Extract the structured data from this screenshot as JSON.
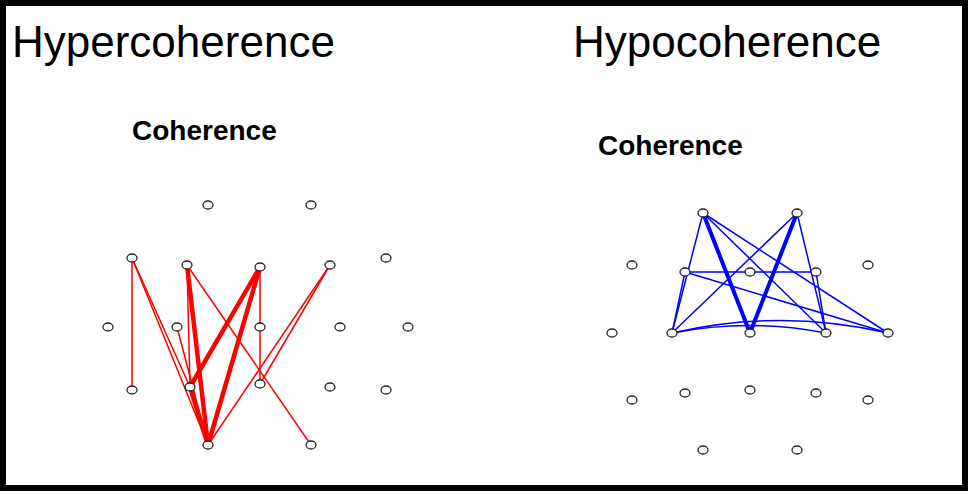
{
  "diagram": {
    "nodes": [
      {
        "text": [
          "Coherence"
        ]
      },
      {
        "text": [
          "Coherence"
        ]
      }
    ],
    "labels": [
      "Hypercoherence",
      "Hypocoherence"
    ]
  }
}
